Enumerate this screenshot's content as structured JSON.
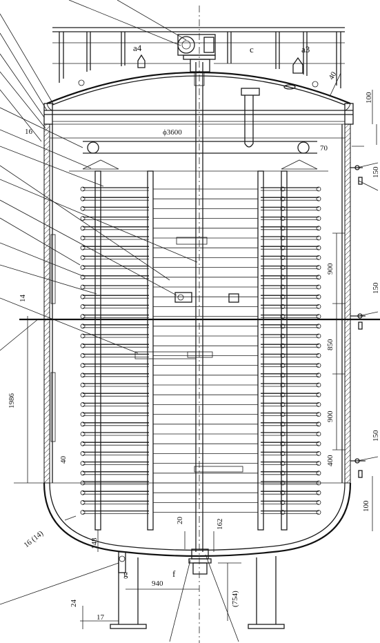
{
  "labels": {
    "a4": "a4",
    "c": "c",
    "a3": "a3",
    "g": "g",
    "f": "f"
  },
  "dimensions": {
    "d_40_top": "40",
    "d_100_top": "100",
    "d_16_left": "16",
    "d_phi3600": "ϕ3600",
    "d_70": "70",
    "d_150_a": "150",
    "d_900_a": "900",
    "d_150_b": "150",
    "d_14": "14",
    "d_850": "850",
    "d_1986": "1986",
    "d_900_b": "900",
    "d_150_c": "150",
    "d_400": "400",
    "d_40_left": "40",
    "d_100_right": "100",
    "d_16_14": "16 (14)",
    "d_20": "20",
    "d_162": "162",
    "d_148": "148",
    "d_940": "940",
    "d_754": "(754)",
    "d_24": "24",
    "d_17": "17"
  },
  "colors": {
    "line": "#1a1a1a",
    "hatch": "#333333",
    "background": "#ffffff"
  }
}
